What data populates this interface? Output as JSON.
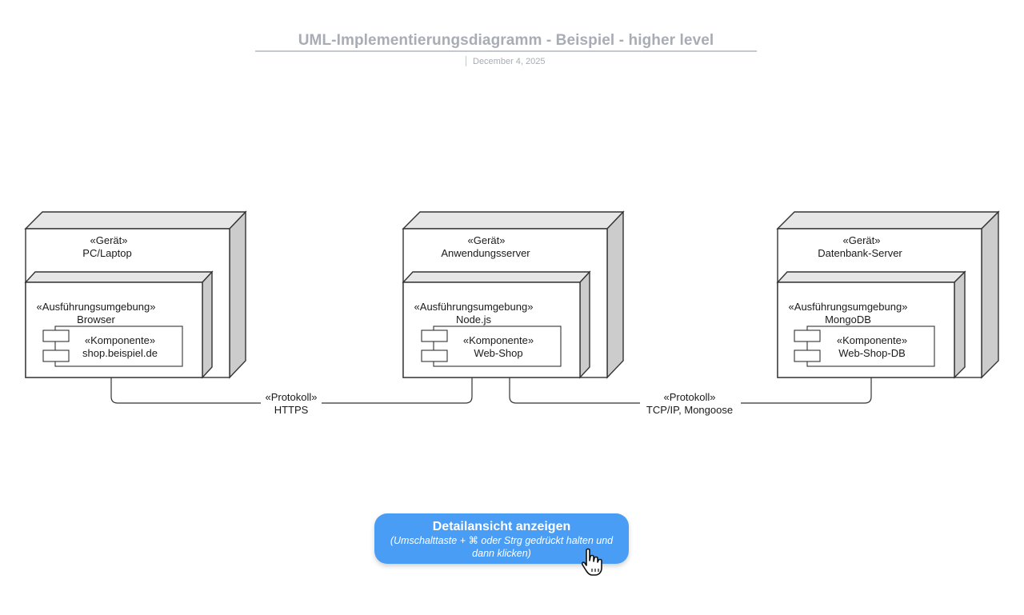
{
  "header": {
    "title": "UML-Implementierungsdiagramm - Beispiel - higher level",
    "date": "December 4, 2025"
  },
  "nodes": [
    {
      "stereotype": "«Gerät»",
      "name": "PC/Laptop",
      "env_stereotype": "«Ausführungsumgebung»",
      "env_name": "Browser",
      "comp_stereotype": "«Komponente»",
      "comp_name": "shop.beispiel.de"
    },
    {
      "stereotype": "«Gerät»",
      "name": "Anwendungsserver",
      "env_stereotype": "«Ausführungsumgebung»",
      "env_name": "Node.js",
      "comp_stereotype": "«Komponente»",
      "comp_name": "Web-Shop"
    },
    {
      "stereotype": "«Gerät»",
      "name": "Datenbank-Server",
      "env_stereotype": "«Ausführungsumgebung»",
      "env_name": "MongoDB",
      "comp_stereotype": "«Komponente»",
      "comp_name": "Web-Shop-DB"
    }
  ],
  "connections": [
    {
      "stereotype": "«Protokoll»",
      "name": "HTTPS"
    },
    {
      "stereotype": "«Protokoll»",
      "name": "TCP/IP, Mongoose"
    }
  ],
  "cta": {
    "title": "Detailansicht anzeigen",
    "subtitle": "(Umschalttaste + ⌘ oder Strg gedrückt halten und dann klicken)"
  },
  "colors": {
    "node_top": "#e6e6e6",
    "node_side": "#cccccc",
    "stroke": "#333333",
    "button": "#4a9df5",
    "title": "#a8acb4"
  }
}
